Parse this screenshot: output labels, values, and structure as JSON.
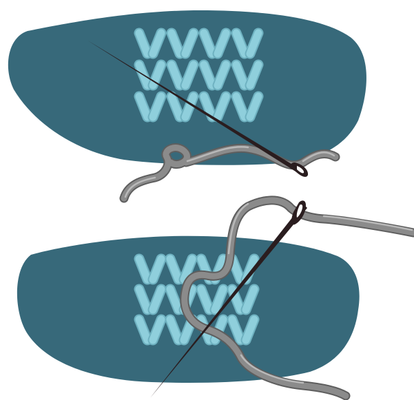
{
  "colors": {
    "fabric": "#37697a",
    "stitch_fill": "#8fcfdc",
    "stitch_outline": "#6fb2c1",
    "yarn": "#8b8b8b",
    "yarn_highlight": "#b9b9b9",
    "yarn_outline": "#5e5e5e",
    "needle": "#2a1d1f",
    "background": "#ffffff"
  },
  "panels": [
    {
      "name": "step-1",
      "stitch_rows": 3,
      "stitch_columns": 4
    },
    {
      "name": "step-2",
      "stitch_rows": 3,
      "stitch_columns": 4
    }
  ],
  "icons": [
    "fabric-swatch",
    "knit-stitch",
    "darning-needle",
    "yarn-strand"
  ]
}
